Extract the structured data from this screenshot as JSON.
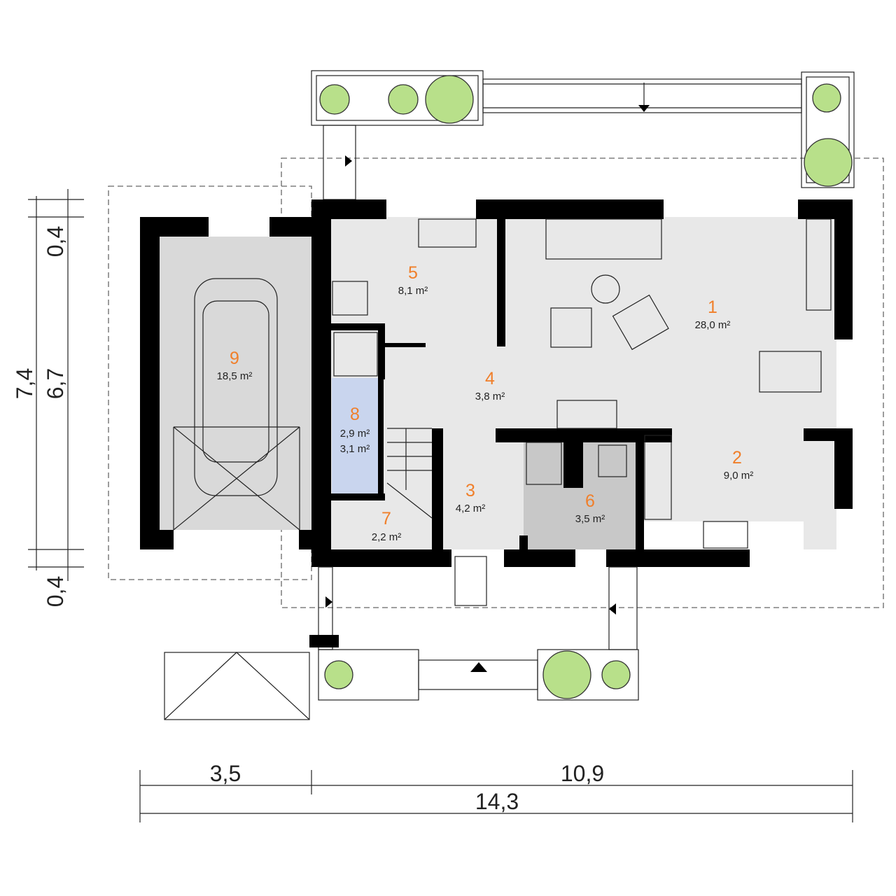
{
  "colors": {
    "room_number": "#f07f2a",
    "floor": "#e8e8e8",
    "bathroom": "#c9d5ee",
    "utility": "#c8c8c8",
    "wall": "#000000",
    "tree": "#b8e08a"
  },
  "rooms": [
    {
      "number": "1",
      "area": "28,0 m²"
    },
    {
      "number": "2",
      "area": "9,0 m²"
    },
    {
      "number": "3",
      "area": "4,2 m²"
    },
    {
      "number": "4",
      "area": "3,8 m²"
    },
    {
      "number": "5",
      "area": "8,1 m²"
    },
    {
      "number": "6",
      "area": "3,5 m²"
    },
    {
      "number": "7",
      "area": "2,2 m²"
    },
    {
      "number": "8",
      "area": "2,9 m²",
      "area2": "3,1 m²"
    },
    {
      "number": "9",
      "area": "18,5 m²"
    }
  ],
  "dimensions": {
    "left_top": "0,4",
    "left_total": "7,4",
    "left_middle": "6,7",
    "left_bottom": "0,4",
    "bottom_garage": "3,5",
    "bottom_house": "10,9",
    "bottom_total": "14,3"
  }
}
